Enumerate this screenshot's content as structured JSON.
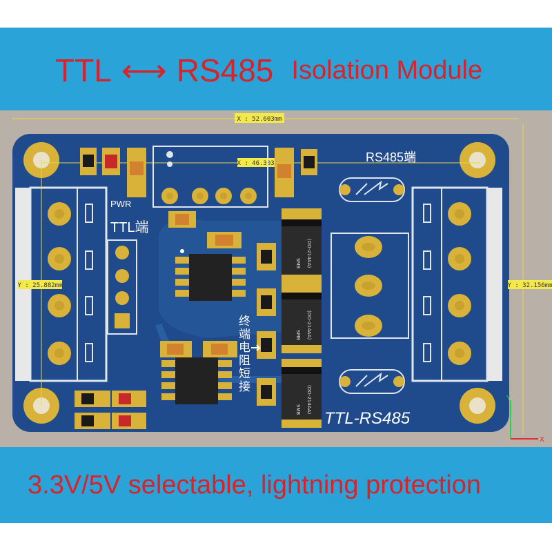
{
  "header": {
    "left": "TTL",
    "arrow": "⟷",
    "right": "RS485",
    "subtitle": "Isolation Module"
  },
  "footer": {
    "text": "3.3V/5V selectable, lightning protection"
  },
  "board": {
    "dimension_x_total": "X : 52.603mm",
    "dimension_x_inner": "X : 46.303mm",
    "dimension_y_left": "Y : 25.882mm",
    "dimension_y_right": "Y : 32.156mm",
    "label_rs485_end": "RS485端",
    "label_pwr": "PWR",
    "label_ttl_end": "TTL端",
    "label_terminal_short": "终端电阻短接",
    "label_model": "TTL-RS485",
    "diode_text": "SMB",
    "diode_pkg": "(DO-214AA)",
    "axis_y": "Y",
    "axis_x": "X",
    "colors": {
      "pcb": "#1f4a8c",
      "pad": "#d9b23a",
      "text_red": "#d8232a"
    }
  }
}
